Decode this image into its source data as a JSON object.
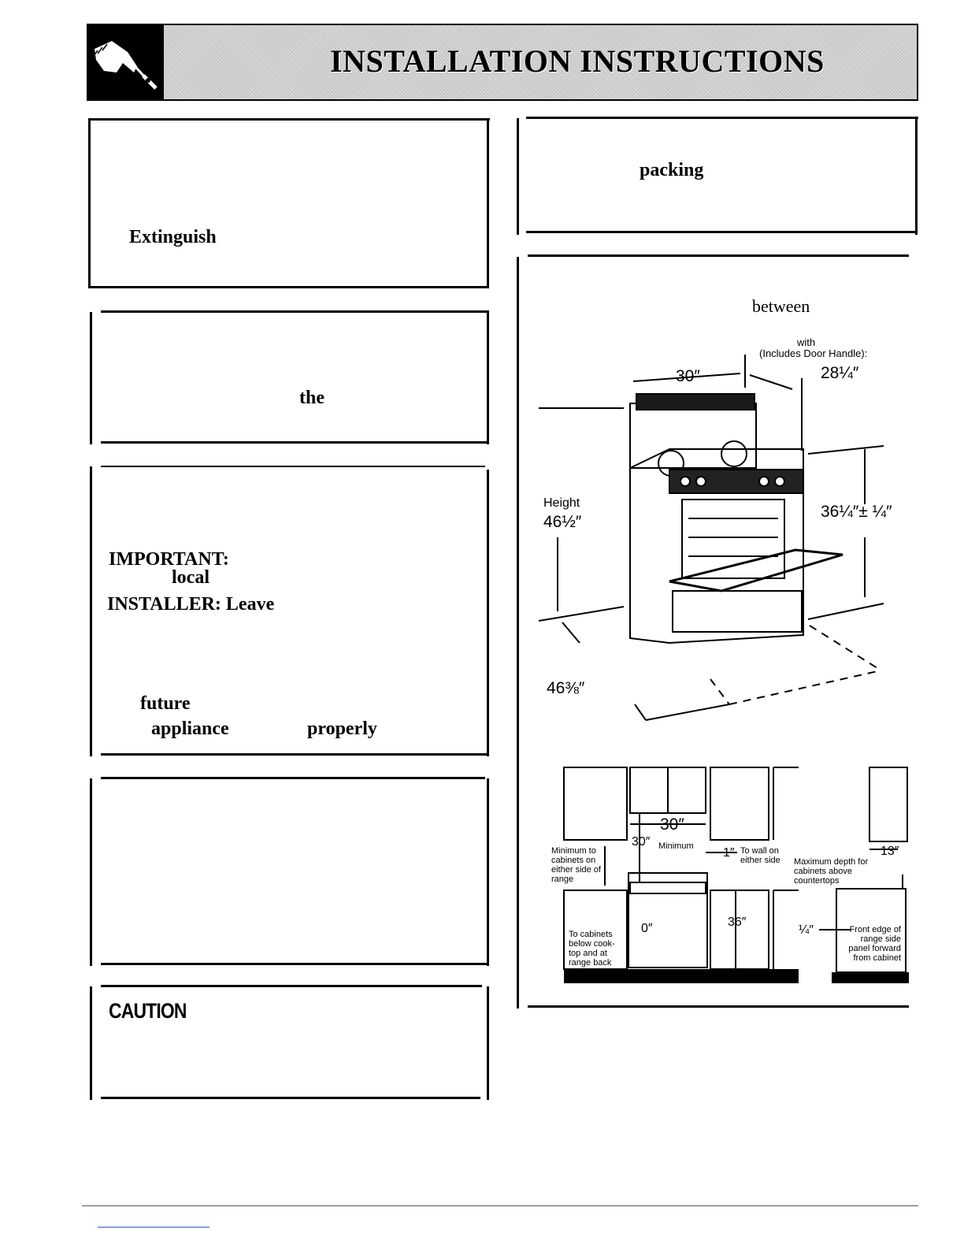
{
  "header": {
    "title": "INSTALLATION INSTRUCTIONS"
  },
  "left": {
    "box1": {
      "word": "Extinguish"
    },
    "box2": {
      "word": "the"
    },
    "box3": {
      "important": "IMPORTANT:",
      "local": "local",
      "installer": "INSTALLER: Leave",
      "future": "future",
      "appliance": "appliance",
      "properly": "properly"
    },
    "caution": "CAUTION"
  },
  "right": {
    "box1": {
      "word": "packing"
    },
    "section": {
      "word": "between"
    },
    "range_figure": {
      "depth_with_label": "with",
      "depth_with_sub": "(Includes Door Handle):",
      "depth_value": "28¼″",
      "width": "30″",
      "height_label": "Height",
      "height_value": "46½″",
      "cooktop_height": "36¼″± ¼″",
      "depth_door_open": "46⅜″"
    },
    "cabinet_figure": {
      "width_between_upper": "30″",
      "min_above_label": "30″",
      "min_word": "Minimum",
      "min_to_cabinets": "Minimum to cabinets on either side of range",
      "wall_gap": "1″",
      "wall_gap_label": "To wall on either side",
      "max_depth_label": "Maximum depth for cabinets above countertops",
      "max_depth_value": "13″",
      "below_cooktop_gap": "0″",
      "below_cooktop_label": "To cabinets below cook-top and at range back",
      "counter_height": "36″",
      "side_gap": "¼″",
      "side_gap_label": "Front edge of range side panel forward from cabinet"
    }
  }
}
